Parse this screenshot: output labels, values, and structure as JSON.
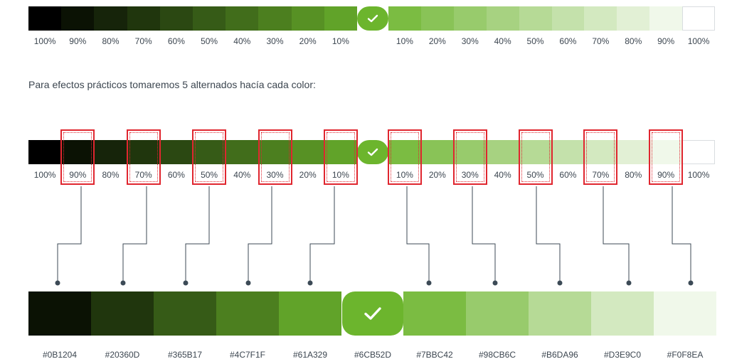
{
  "row1": {
    "dark_labels": [
      "100%",
      "90%",
      "80%",
      "70%",
      "60%",
      "50%",
      "40%",
      "30%",
      "20%",
      "10%"
    ],
    "light_labels": [
      "10%",
      "20%",
      "30%",
      "40%",
      "50%",
      "60%",
      "70%",
      "80%",
      "90%",
      "100%"
    ],
    "dark_colors": [
      "#000000",
      "#0b1204",
      "#16240a",
      "#20360d",
      "#2b4812",
      "#365b17",
      "#416d1b",
      "#4c7f1f",
      "#579124",
      "#61a329"
    ],
    "base_color": "#6cb52d",
    "light_colors": [
      "#7bbc42",
      "#89c357",
      "#98cb6c",
      "#a7d281",
      "#b6da96",
      "#c4e1ab",
      "#d3e9c0",
      "#e2f0d5",
      "#f0f8ea",
      "#ffffff"
    ],
    "check_icon": "checkmark-icon"
  },
  "sentence": "Para efectos prácticos tomaremos 5 alternados hacía cada color:",
  "row2": {
    "dark_labels": [
      "100%",
      "90%",
      "80%",
      "70%",
      "60%",
      "50%",
      "40%",
      "30%",
      "20%",
      "10%"
    ],
    "light_labels": [
      "10%",
      "20%",
      "30%",
      "40%",
      "50%",
      "60%",
      "70%",
      "80%",
      "90%",
      "100%"
    ],
    "highlight_color": "#e0262f",
    "connector_color": "#3c4a56"
  },
  "palette": [
    {
      "hex": "#0B1204",
      "color": "#0b1204"
    },
    {
      "hex": "#20360D",
      "color": "#20360d"
    },
    {
      "hex": "#365B17",
      "color": "#365b17"
    },
    {
      "hex": "#4C7F1F",
      "color": "#4c7f1f"
    },
    {
      "hex": "#61A329",
      "color": "#61a329"
    },
    {
      "hex": "#6CB52D",
      "color": "#6cb52d"
    },
    {
      "hex": "#7BBC42",
      "color": "#7bbc42"
    },
    {
      "hex": "#98CB6C",
      "color": "#98cb6c"
    },
    {
      "hex": "#B6DA96",
      "color": "#b6da96"
    },
    {
      "hex": "#D3E9C0",
      "color": "#d3e9c0"
    },
    {
      "hex": "#F0F8EA",
      "color": "#f0f8ea"
    }
  ]
}
